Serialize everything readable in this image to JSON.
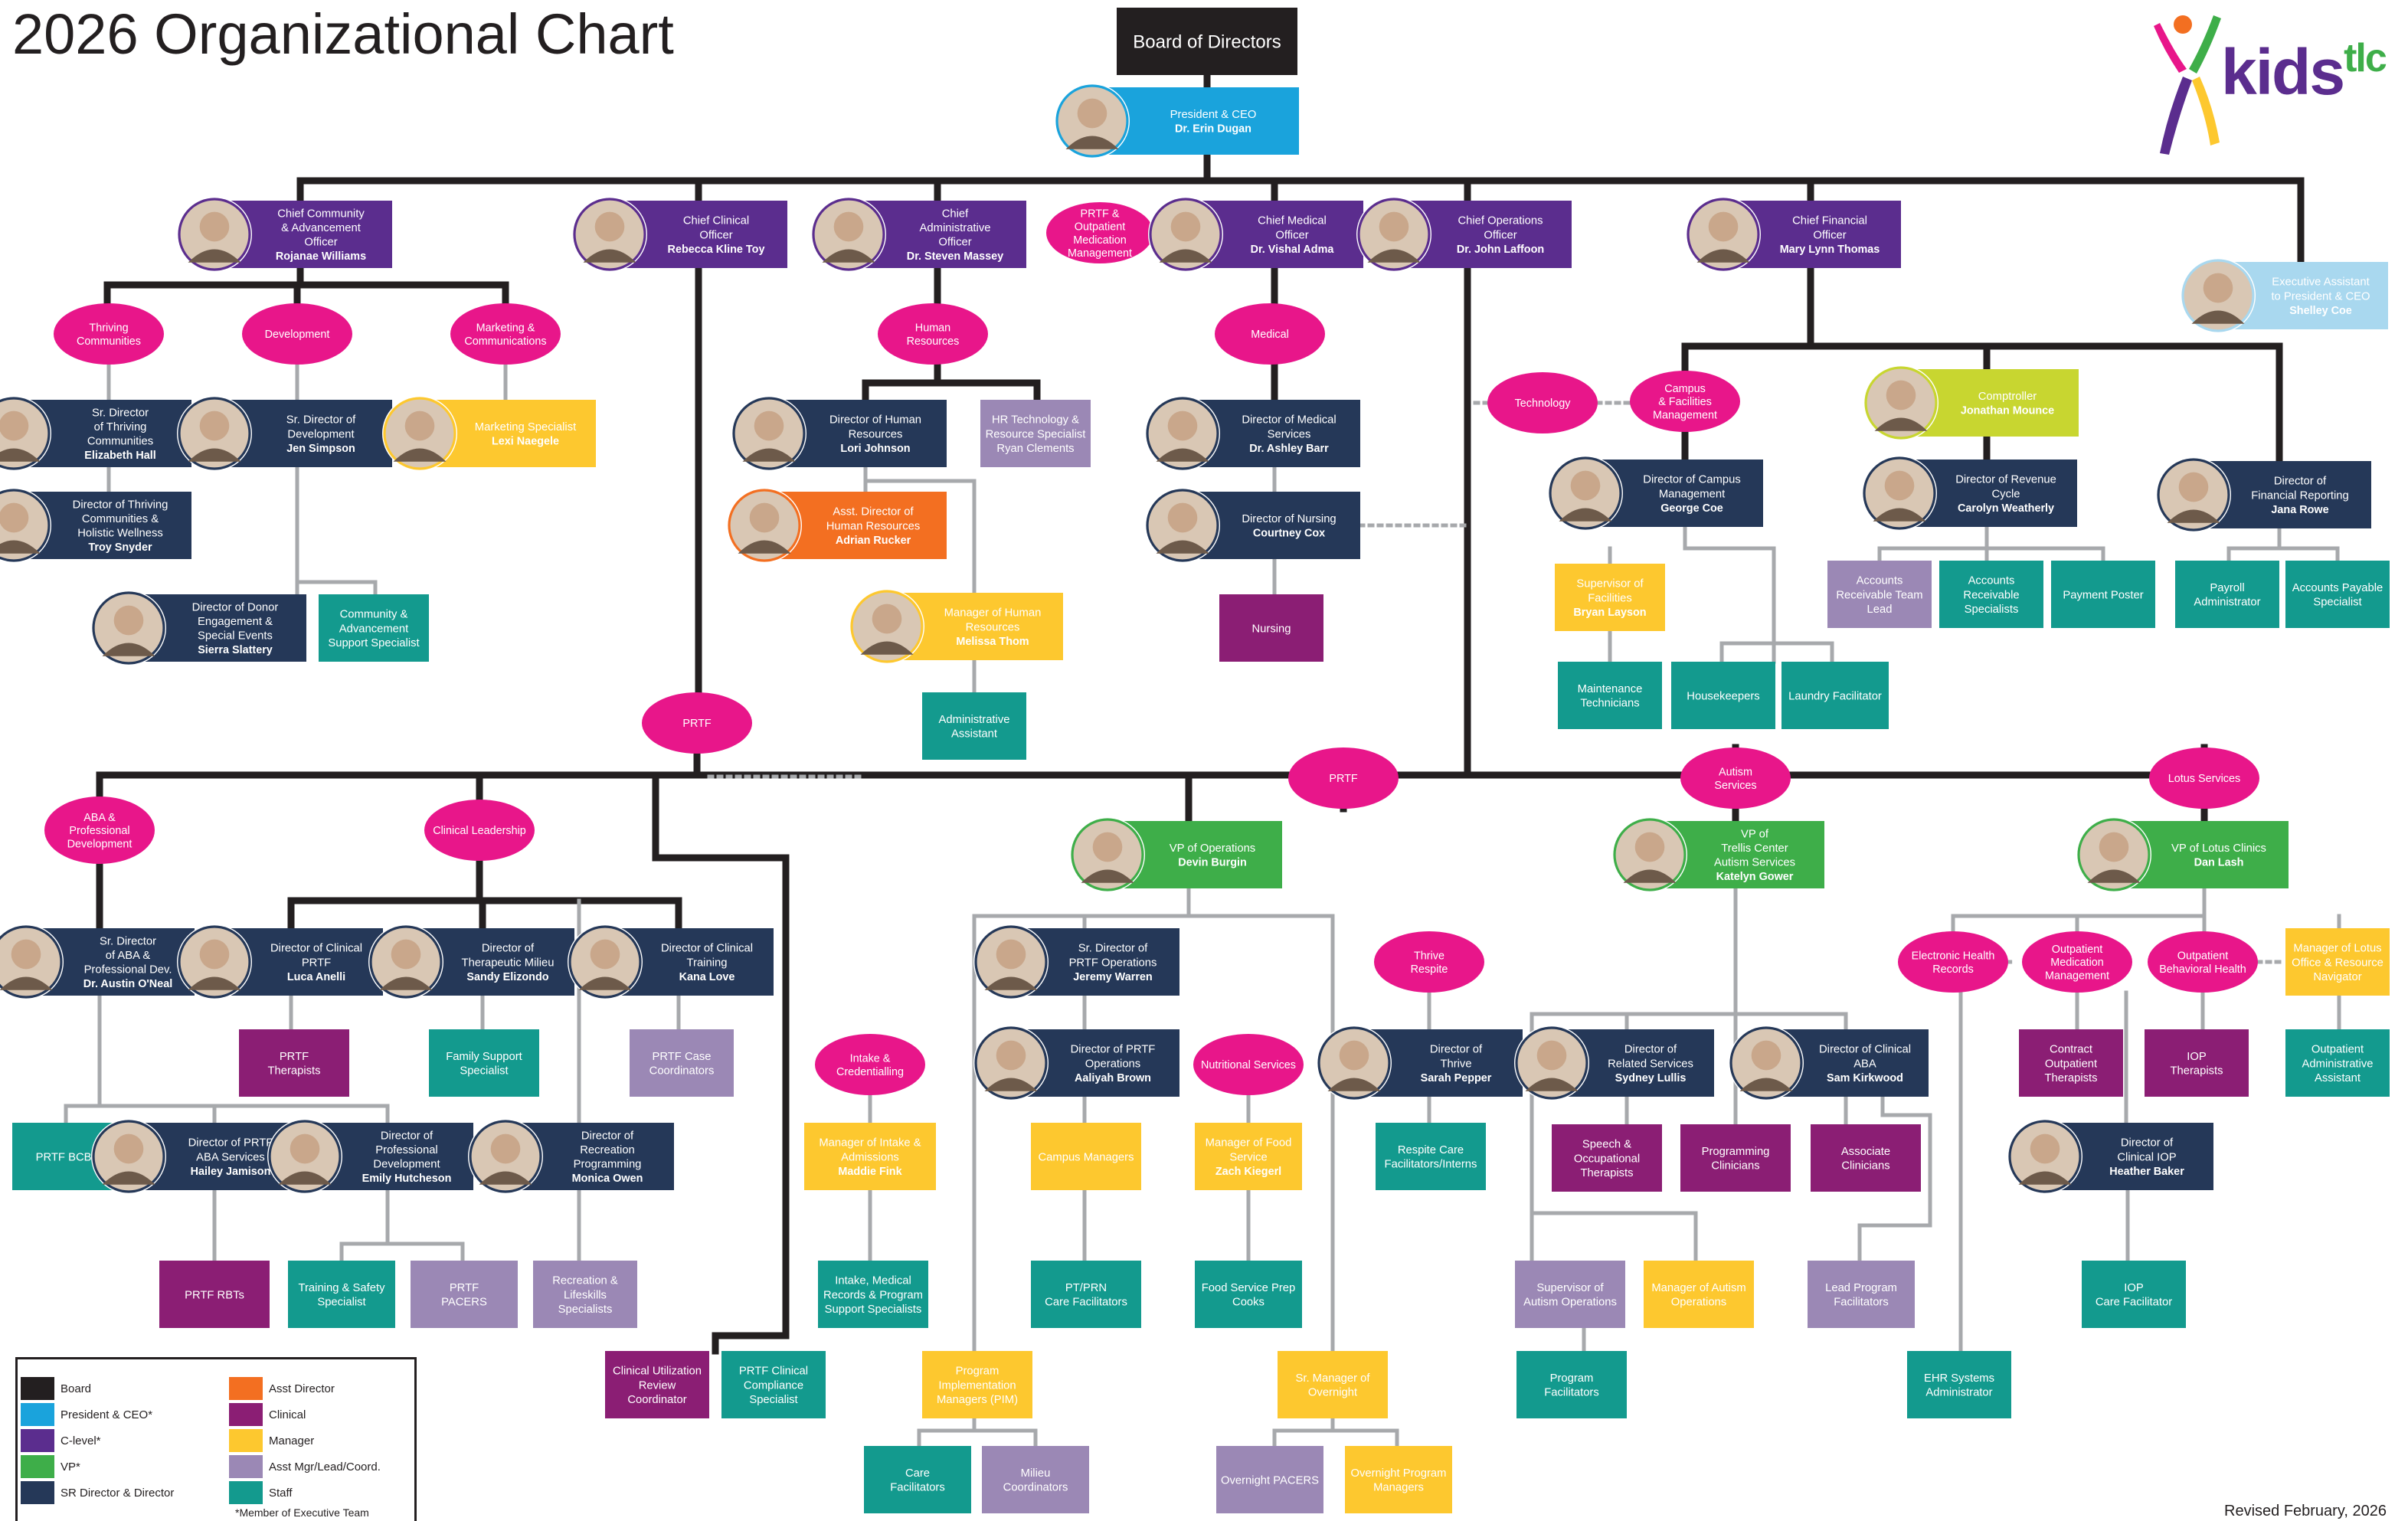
{
  "title": "2026 Organizational Chart",
  "logo": {
    "text": "kids",
    "suffix": "tlc"
  },
  "revised": "Revised February, 2026",
  "colors": {
    "board": "#231f20",
    "president": "#1aa3dc",
    "clevel": "#5b2d8e",
    "vp": "#3eae49",
    "director": "#253858",
    "asstdirector": "#f36f21",
    "clinical": "#8b1e74",
    "manager": "#fdc82f",
    "asstmgr": "#9b88b5",
    "staff": "#139a8e",
    "oval": "#e8168a",
    "exec_assistant": "#a9d8ef"
  },
  "legend": {
    "items": [
      {
        "label": "Board",
        "color": "#231f20"
      },
      {
        "label": "President & CEO*",
        "color": "#1aa3dc"
      },
      {
        "label": "C-level*",
        "color": "#5b2d8e"
      },
      {
        "label": "VP*",
        "color": "#3eae49"
      },
      {
        "label": "SR Director & Director",
        "color": "#253858"
      },
      {
        "label": "Asst Director",
        "color": "#f36f21"
      },
      {
        "label": "Clinical",
        "color": "#8b1e74"
      },
      {
        "label": "Manager",
        "color": "#fdc82f"
      },
      {
        "label": "Asst Mgr/Lead/Coord.",
        "color": "#9b88b5"
      },
      {
        "label": "Staff",
        "color": "#139a8e"
      }
    ],
    "note": "*Member of Executive Team"
  },
  "nodes": [
    {
      "id": "board",
      "type": "board",
      "lines": [
        "Board of Directors"
      ]
    },
    {
      "id": "ceo",
      "type": "president",
      "photo": true,
      "lines": [
        "President & CEO"
      ],
      "name": "Dr. Erin Dugan"
    },
    {
      "id": "ccao",
      "type": "clevel",
      "photo": true,
      "lines": [
        "Chief Community",
        "& Advancement",
        "Officer"
      ],
      "name": "Rojanae Williams"
    },
    {
      "id": "cco",
      "type": "clevel",
      "photo": true,
      "lines": [
        "Chief Clinical",
        "Officer"
      ],
      "name": "Rebecca Kline Toy"
    },
    {
      "id": "cao",
      "type": "clevel",
      "photo": true,
      "lines": [
        "Chief",
        "Administrative",
        "Officer"
      ],
      "name": "Dr. Steven Massey"
    },
    {
      "id": "cmo",
      "type": "clevel",
      "photo": true,
      "lines": [
        "Chief Medical",
        "Officer"
      ],
      "name": "Dr. Vishal Adma"
    },
    {
      "id": "coo",
      "type": "clevel",
      "photo": true,
      "lines": [
        "Chief Operations",
        "Officer"
      ],
      "name": "Dr. John Laffoon"
    },
    {
      "id": "cfo",
      "type": "clevel",
      "photo": true,
      "lines": [
        "Chief Financial",
        "Officer"
      ],
      "name": "Mary Lynn Thomas"
    },
    {
      "id": "exa",
      "type": "exec_assistant",
      "photo": true,
      "lines": [
        "Executive Assistant",
        "to President & CEO"
      ],
      "name": "Shelley Coe"
    },
    {
      "id": "srdtc",
      "type": "director",
      "photo": true,
      "lines": [
        "Sr. Director",
        "of Thriving",
        "Communities"
      ],
      "name": "Elizabeth Hall"
    },
    {
      "id": "dtchw",
      "type": "director",
      "photo": true,
      "lines": [
        "Director of Thriving",
        "Communities &",
        "Holistic Wellness"
      ],
      "name": "Troy Snyder"
    },
    {
      "id": "srdd",
      "type": "director",
      "photo": true,
      "lines": [
        "Sr. Director of",
        "Development"
      ],
      "name": "Jen Simpson"
    },
    {
      "id": "mktg",
      "type": "manager",
      "photo": true,
      "lines": [
        "Marketing Specialist"
      ],
      "name": "Lexi Naegele"
    },
    {
      "id": "ddes",
      "type": "director",
      "photo": true,
      "lines": [
        "Director of Donor",
        "Engagement &",
        "Special Events"
      ],
      "name": "Sierra Slattery"
    },
    {
      "id": "cass",
      "type": "staff",
      "lines": [
        "Community &",
        "Advancement",
        "Support Specialist"
      ]
    },
    {
      "id": "dhr",
      "type": "director",
      "photo": true,
      "lines": [
        "Director of Human",
        "Resources"
      ],
      "name": "Lori Johnson"
    },
    {
      "id": "hrtech",
      "type": "asstmgr",
      "lines": [
        "HR Technology &",
        "Resource Specialist",
        "Ryan Clements"
      ]
    },
    {
      "id": "adhr",
      "type": "asstdirector",
      "photo": true,
      "lines": [
        "Asst. Director of",
        "Human Resources"
      ],
      "name": "Adrian Rucker"
    },
    {
      "id": "mhr",
      "type": "manager",
      "photo": true,
      "lines": [
        "Manager of Human",
        "Resources"
      ],
      "name": "Melissa Thom"
    },
    {
      "id": "admasst",
      "type": "staff",
      "lines": [
        "Administrative",
        "Assistant"
      ]
    },
    {
      "id": "dms",
      "type": "director",
      "photo": true,
      "lines": [
        "Director of Medical",
        "Services"
      ],
      "name": "Dr. Ashley Barr"
    },
    {
      "id": "dn",
      "type": "director",
      "photo": true,
      "lines": [
        "Director of Nursing"
      ],
      "name": "Courtney Cox"
    },
    {
      "id": "nursing",
      "type": "clinical",
      "lines": [
        "Nursing"
      ]
    },
    {
      "id": "ctrl",
      "type": "manager_lime",
      "photo": true,
      "lines": [
        "Comptroller"
      ],
      "name": "Jonathan Mounce"
    },
    {
      "id": "dcfm",
      "type": "director",
      "photo": true,
      "lines": [
        "Director of Campus",
        "Management"
      ],
      "name": "George Coe"
    },
    {
      "id": "drc",
      "type": "director",
      "photo": true,
      "lines": [
        "Director of Revenue",
        "Cycle"
      ],
      "name": "Carolyn Weatherly"
    },
    {
      "id": "dfr",
      "type": "director",
      "photo": true,
      "lines": [
        "Director of",
        "Financial Reporting"
      ],
      "name": "Jana Rowe"
    },
    {
      "id": "sof",
      "type": "manager",
      "lines": [
        "Supervisor of",
        "Facilities"
      ],
      "name": "Bryan Layson"
    },
    {
      "id": "maint",
      "type": "staff",
      "lines": [
        "Maintenance",
        "Technicians"
      ]
    },
    {
      "id": "hk",
      "type": "staff",
      "lines": [
        "Housekeepers"
      ]
    },
    {
      "id": "laundry",
      "type": "staff",
      "lines": [
        "Laundry Facilitator"
      ]
    },
    {
      "id": "artl",
      "type": "asstmgr",
      "lines": [
        "Accounts",
        "Receivable Team",
        "Lead"
      ]
    },
    {
      "id": "ars",
      "type": "staff",
      "lines": [
        "Accounts",
        "Receivable",
        "Specialists"
      ]
    },
    {
      "id": "pp",
      "type": "staff",
      "lines": [
        "Payment Poster"
      ]
    },
    {
      "id": "payadm",
      "type": "staff",
      "lines": [
        "Payroll",
        "Administrator"
      ]
    },
    {
      "id": "aps",
      "type": "staff",
      "lines": [
        "Accounts Payable",
        "Specialist"
      ]
    },
    {
      "id": "srdaba",
      "type": "director",
      "photo": true,
      "lines": [
        "Sr. Director",
        "of ABA &",
        "Professional Dev."
      ],
      "name": "Dr. Austin O'Neal"
    },
    {
      "id": "dcp",
      "type": "director",
      "photo": true,
      "lines": [
        "Director of Clinical",
        "PRTF"
      ],
      "name": "Luca Anelli"
    },
    {
      "id": "dtm",
      "type": "director",
      "photo": true,
      "lines": [
        "Director of",
        "Therapeutic Milieu"
      ],
      "name": "Sandy Elizondo"
    },
    {
      "id": "dct",
      "type": "director",
      "photo": true,
      "lines": [
        "Director of Clinical",
        "Training"
      ],
      "name": "Kana Love"
    },
    {
      "id": "prtft",
      "type": "clinical",
      "lines": [
        "PRTF",
        "Therapists"
      ]
    },
    {
      "id": "fss",
      "type": "staff",
      "lines": [
        "Family Support",
        "Specialist"
      ]
    },
    {
      "id": "prtfcc",
      "type": "asstmgr",
      "lines": [
        "PRTF Case",
        "Coordinators"
      ]
    },
    {
      "id": "bcba",
      "type": "staff",
      "lines": [
        "PRTF BCBA"
      ]
    },
    {
      "id": "dpaba",
      "type": "director",
      "photo": true,
      "lines": [
        "Director of PRTF",
        "ABA Services"
      ],
      "name": "Hailey Jamison"
    },
    {
      "id": "dpd",
      "type": "director",
      "photo": true,
      "lines": [
        "Director of",
        "Professional",
        "Development"
      ],
      "name": "Emily Hutcheson"
    },
    {
      "id": "drp",
      "type": "director",
      "photo": true,
      "lines": [
        "Director of",
        "Recreation",
        "Programming"
      ],
      "name": "Monica Owen"
    },
    {
      "id": "rbts",
      "type": "clinical",
      "lines": [
        "PRTF RBTs"
      ]
    },
    {
      "id": "tss",
      "type": "staff",
      "lines": [
        "Training & Safety",
        "Specialist"
      ]
    },
    {
      "id": "pacers",
      "type": "asstmgr",
      "lines": [
        "PRTF",
        "PACERS"
      ]
    },
    {
      "id": "rls",
      "type": "asstmgr",
      "lines": [
        "Recreation &",
        "Lifeskills",
        "Specialists"
      ]
    },
    {
      "id": "cur",
      "type": "clinical",
      "lines": [
        "Clinical Utilization",
        "Review",
        "Coordinator"
      ]
    },
    {
      "id": "pcc",
      "type": "staff",
      "lines": [
        "PRTF Clinical",
        "Compliance",
        "Specialist"
      ]
    },
    {
      "id": "vpops",
      "type": "vp",
      "photo": true,
      "lines": [
        "VP of Operations"
      ],
      "name": "Devin Burgin"
    },
    {
      "id": "vptc",
      "type": "vp",
      "photo": true,
      "lines": [
        "VP of",
        "Trellis Center",
        "Autism Services"
      ],
      "name": "Katelyn Gower"
    },
    {
      "id": "vplc",
      "type": "vp",
      "photo": true,
      "lines": [
        "VP of Lotus Clinics"
      ],
      "name": "Dan Lash"
    },
    {
      "id": "srdpo",
      "type": "director",
      "photo": true,
      "lines": [
        "Sr. Director of",
        "PRTF Operations"
      ],
      "name": "Jeremy Warren"
    },
    {
      "id": "dpo",
      "type": "director",
      "photo": true,
      "lines": [
        "Director of PRTF",
        "Operations"
      ],
      "name": "Aaliyah Brown"
    },
    {
      "id": "dthr",
      "type": "director",
      "photo": true,
      "lines": [
        "Director of",
        "Thrive"
      ],
      "name": "Sarah Pepper"
    },
    {
      "id": "mia",
      "type": "manager",
      "lines": [
        "Manager of Intake &",
        "Admissions"
      ],
      "name": "Maddie Fink"
    },
    {
      "id": "cm",
      "type": "manager",
      "lines": [
        "Campus Managers"
      ]
    },
    {
      "id": "mfs",
      "type": "manager",
      "lines": [
        "Manager of Food",
        "Service"
      ],
      "name": "Zach Kiegerl"
    },
    {
      "id": "rcf",
      "type": "staff",
      "lines": [
        "Respite Care",
        "Facilitators/Interns"
      ]
    },
    {
      "id": "imr",
      "type": "staff",
      "lines": [
        "Intake, Medical",
        "Records & Program",
        "Support Specialists"
      ]
    },
    {
      "id": "ptprn",
      "type": "staff",
      "lines": [
        "PT/PRN",
        "Care Facilitators"
      ]
    },
    {
      "id": "fspc",
      "type": "staff",
      "lines": [
        "Food Service Prep",
        "Cooks"
      ]
    },
    {
      "id": "pim",
      "type": "manager",
      "lines": [
        "Program",
        "Implementation",
        "Managers (PIM)"
      ]
    },
    {
      "id": "srmo",
      "type": "manager",
      "lines": [
        "Sr. Manager of",
        "Overnight"
      ]
    },
    {
      "id": "carefac",
      "type": "staff",
      "lines": [
        "Care",
        "Facilitators"
      ]
    },
    {
      "id": "milieu",
      "type": "asstmgr",
      "lines": [
        "Milieu",
        "Coordinators"
      ]
    },
    {
      "id": "opacers",
      "type": "asstmgr",
      "lines": [
        "Overnight PACERS"
      ]
    },
    {
      "id": "opm",
      "type": "manager",
      "lines": [
        "Overnight Program",
        "Managers"
      ]
    },
    {
      "id": "drs",
      "type": "director",
      "photo": true,
      "lines": [
        "Director of",
        "Related Services"
      ],
      "name": "Sydney Lullis"
    },
    {
      "id": "dcaba",
      "type": "director",
      "photo": true,
      "lines": [
        "Director of Clinical",
        "ABA"
      ],
      "name": "Sam Kirkwood"
    },
    {
      "id": "sot",
      "type": "clinical",
      "lines": [
        "Speech &",
        "Occupational",
        "Therapists"
      ]
    },
    {
      "id": "pcl",
      "type": "clinical",
      "lines": [
        "Programming",
        "Clinicians"
      ]
    },
    {
      "id": "acl",
      "type": "clinical",
      "lines": [
        "Associate",
        "Clinicians"
      ]
    },
    {
      "id": "sao",
      "type": "asstmgr",
      "lines": [
        "Supervisor of",
        "Autism Operations"
      ]
    },
    {
      "id": "mao",
      "type": "manager",
      "lines": [
        "Manager of Autism",
        "Operations"
      ]
    },
    {
      "id": "lpf",
      "type": "asstmgr",
      "lines": [
        "Lead Program",
        "Facilitators"
      ]
    },
    {
      "id": "pf",
      "type": "staff",
      "lines": [
        "Program",
        "Facilitators"
      ]
    },
    {
      "id": "mlo",
      "type": "manager",
      "lines": [
        "Manager of Lotus",
        "Office & Resource",
        "Navigator"
      ]
    },
    {
      "id": "cot",
      "type": "clinical",
      "lines": [
        "Contract",
        "Outpatient",
        "Therapists"
      ]
    },
    {
      "id": "iopt",
      "type": "clinical",
      "lines": [
        "IOP",
        "Therapists"
      ]
    },
    {
      "id": "oaa",
      "type": "staff",
      "lines": [
        "Outpatient",
        "Administrative",
        "Assistant"
      ]
    },
    {
      "id": "dciop",
      "type": "director",
      "photo": true,
      "lines": [
        "Director of",
        "Clinical IOP"
      ],
      "name": "Heather Baker"
    },
    {
      "id": "iopcf",
      "type": "staff",
      "lines": [
        "IOP",
        "Care Facilitator"
      ]
    },
    {
      "id": "ehr",
      "type": "staff",
      "lines": [
        "EHR Systems",
        "Administrator"
      ]
    }
  ],
  "ovals": [
    {
      "id": "o_prtfomm",
      "lines": [
        "PRTF &",
        "Outpatient",
        "Medication",
        "Management"
      ]
    },
    {
      "id": "o_tc",
      "lines": [
        "Thriving",
        "Communities"
      ]
    },
    {
      "id": "o_dev",
      "lines": [
        "Development"
      ]
    },
    {
      "id": "o_mc",
      "lines": [
        "Marketing &",
        "Communications"
      ]
    },
    {
      "id": "o_hr",
      "lines": [
        "Human",
        "Resources"
      ]
    },
    {
      "id": "o_med",
      "lines": [
        "Medical"
      ]
    },
    {
      "id": "o_tech",
      "lines": [
        "Technology"
      ]
    },
    {
      "id": "o_cfm",
      "lines": [
        "Campus",
        "& Facilities",
        "Management"
      ]
    },
    {
      "id": "o_prtf1",
      "lines": [
        "PRTF"
      ]
    },
    {
      "id": "o_prtf2",
      "lines": [
        "PRTF"
      ]
    },
    {
      "id": "o_autism",
      "lines": [
        "Autism",
        "Services"
      ]
    },
    {
      "id": "o_lotus",
      "lines": [
        "Lotus Services"
      ]
    },
    {
      "id": "o_aba",
      "lines": [
        "ABA &",
        "Professional",
        "Development"
      ]
    },
    {
      "id": "o_cl",
      "lines": [
        "Clinical Leadership"
      ]
    },
    {
      "id": "o_intake",
      "lines": [
        "Intake &",
        "Credentialling"
      ]
    },
    {
      "id": "o_nutr",
      "lines": [
        "Nutritional Services"
      ]
    },
    {
      "id": "o_thrive",
      "lines": [
        "Thrive",
        "Respite"
      ]
    },
    {
      "id": "o_ehr",
      "lines": [
        "Electronic Health",
        "Records"
      ]
    },
    {
      "id": "o_omm",
      "lines": [
        "Outpatient",
        "Medication",
        "Management"
      ]
    },
    {
      "id": "o_obh",
      "lines": [
        "Outpatient",
        "Behavioral Health"
      ]
    }
  ]
}
